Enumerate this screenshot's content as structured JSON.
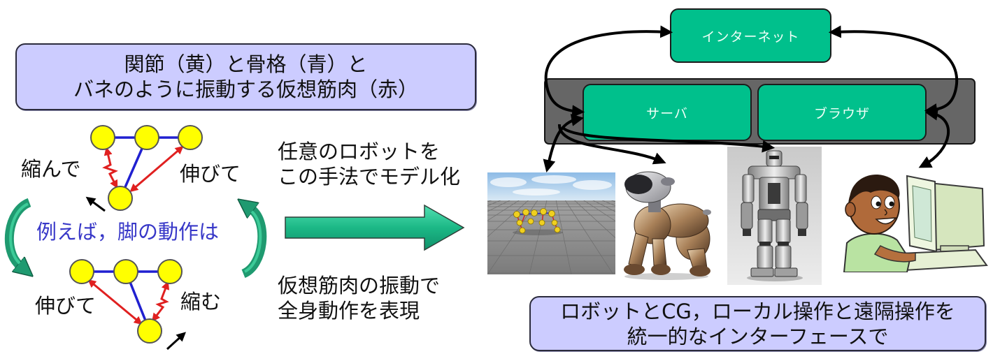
{
  "left": {
    "concept_box": {
      "line1": "関節（黄）と骨格（青）と",
      "line2": "バネのように振動する仮想筋肉（赤）"
    },
    "upper_diagram": {
      "left_label": "縮んで",
      "right_label": "伸びて"
    },
    "example_label": "例えば，脚の動作は",
    "lower_diagram": {
      "left_label": "伸びて",
      "right_label": "縮む"
    }
  },
  "middle": {
    "top_text": {
      "line1": "任意のロボットを",
      "line2": "この手法でモデル化"
    },
    "bottom_text": {
      "line1": "仮想筋肉の振動で",
      "line2": "全身動作を表現"
    }
  },
  "right": {
    "internet_label": "インターネット",
    "server_label": "サーバ",
    "browser_label": "ブラウザ",
    "summary_box": {
      "line1": "ロボットとCG，ローカル操作と遠隔操作を",
      "line2": "統一的なインターフェースで"
    }
  },
  "colors": {
    "box_fill": "#ccccff",
    "node_green": "#00c08c",
    "panel_gray": "#666666",
    "joint_yellow": "#ffff00",
    "bone_blue": "#2020d0",
    "muscle_red": "#e02020",
    "label_blue": "#3838c8",
    "arrow_green": "#1fb888"
  }
}
